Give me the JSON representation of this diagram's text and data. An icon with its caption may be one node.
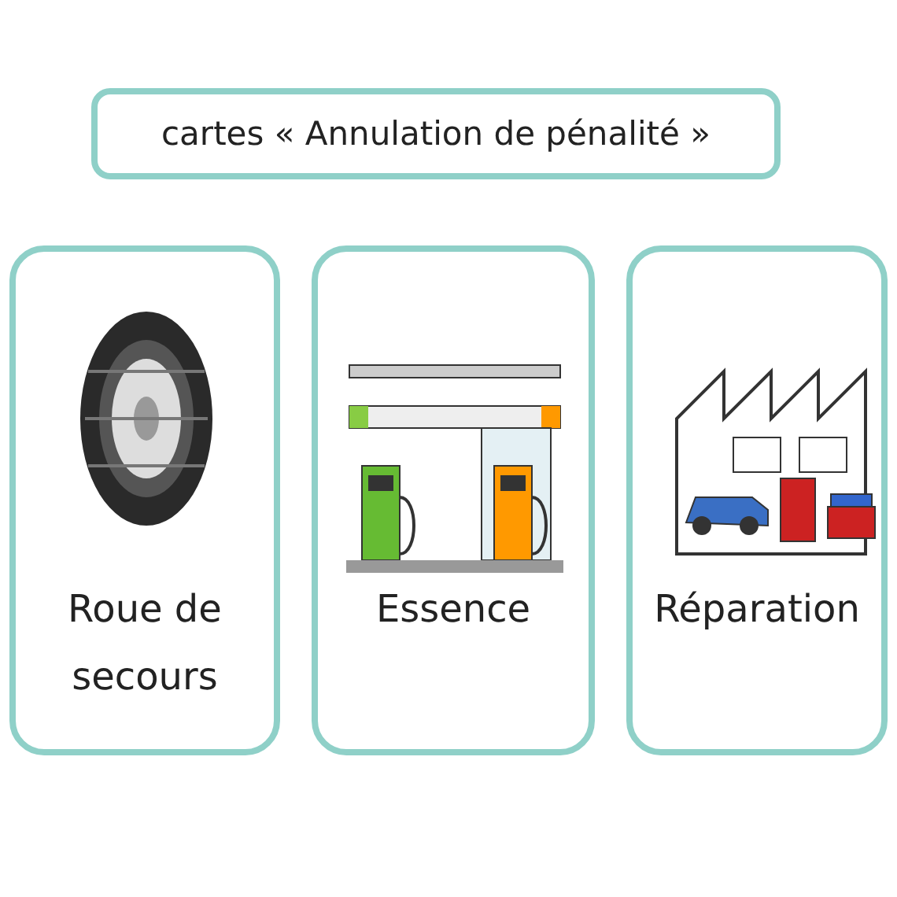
{
  "diagram": {
    "nodes": [
      {
        "text": [
          "cartes « Annulation de pénalité »"
        ]
      },
      {
        "text": [
          "Roue de secours"
        ]
      },
      {
        "text": [
          "Essence"
        ]
      },
      {
        "text": [
          "Réparation"
        ]
      }
    ],
    "edges": []
  }
}
